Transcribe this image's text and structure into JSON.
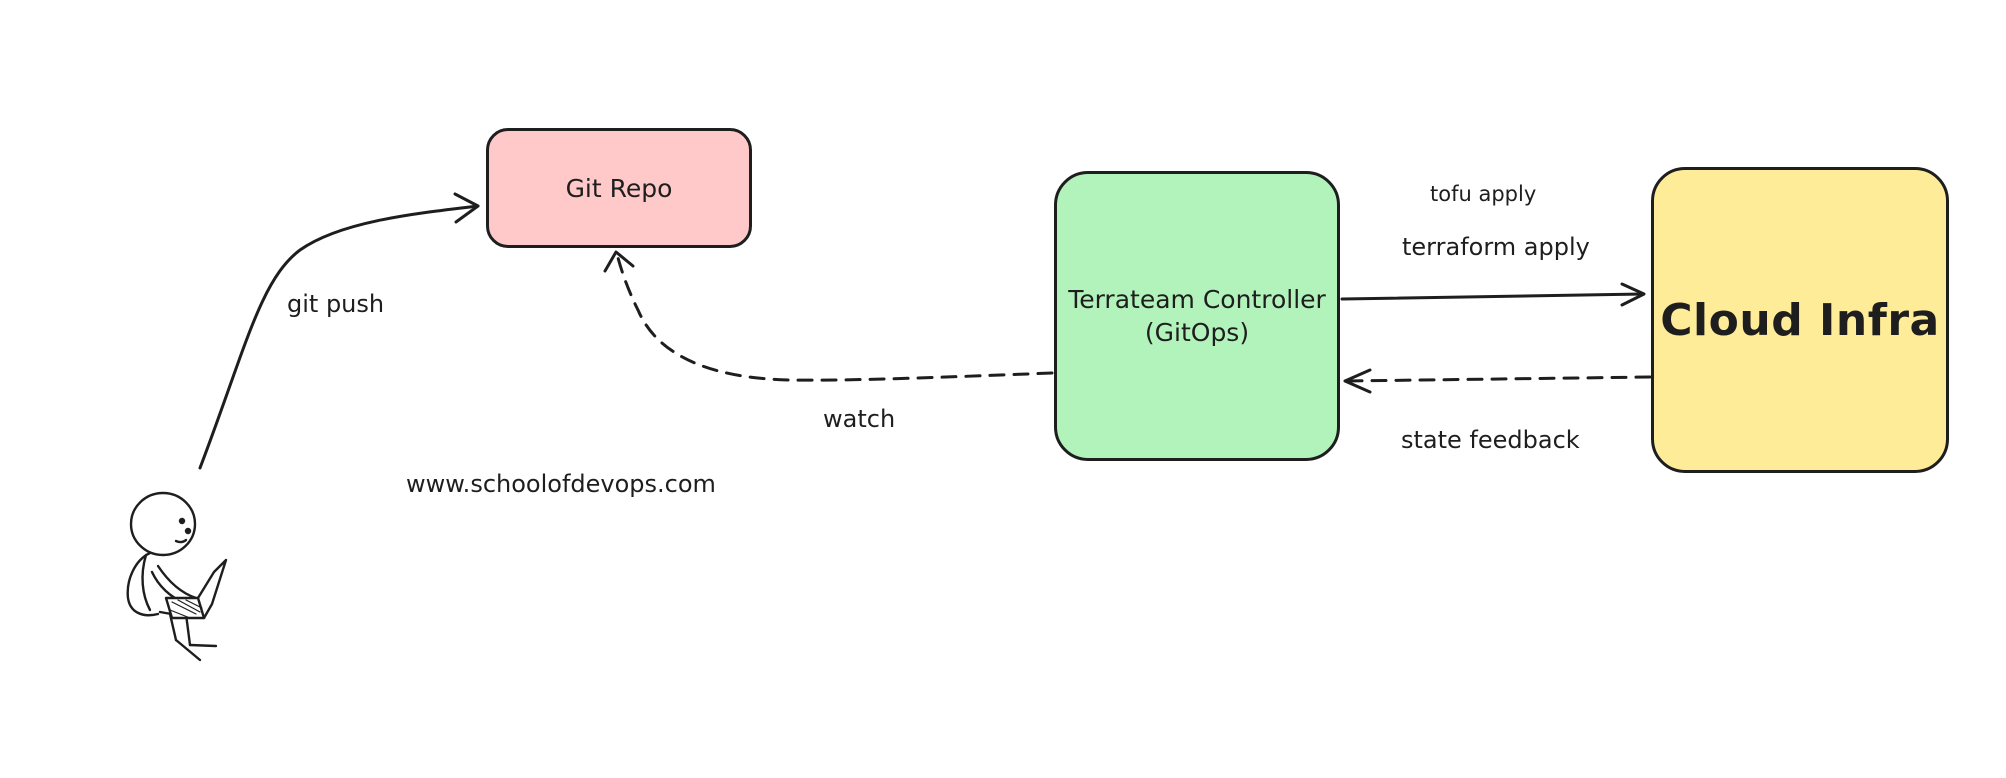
{
  "nodes": {
    "git_repo": {
      "label": "Git Repo",
      "fill": "#ffc9c9"
    },
    "controller": {
      "line1": "Terrateam Controller",
      "line2": "(GitOps)",
      "fill": "#b2f2bb"
    },
    "cloud_infra": {
      "label": "Cloud Infra",
      "fill": "#ffec99"
    }
  },
  "edges": {
    "git_push": "git push",
    "watch": "watch",
    "tofu_apply": "tofu apply",
    "terraform_apply": "terraform apply",
    "state_feedback": "state feedback"
  },
  "website": "www.schoolofdevops.com",
  "icons": {
    "user": "person-with-laptop-icon"
  },
  "colors": {
    "stroke": "#1e1e1e"
  }
}
